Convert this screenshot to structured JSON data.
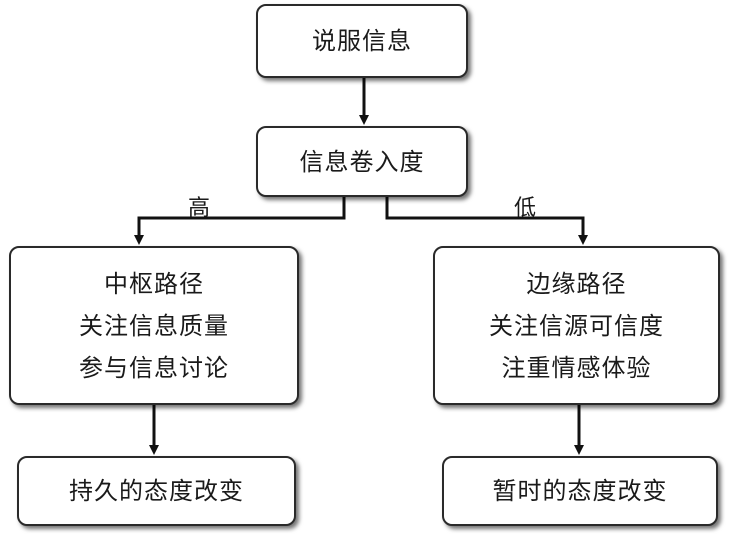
{
  "nodes": {
    "persuasion": "说服信息",
    "involvement": "信息卷入度",
    "central": [
      "中枢路径",
      "关注信息质量",
      "参与信息讨论"
    ],
    "peripheral": [
      "边缘路径",
      "关注信源可信度",
      "注重情感体验"
    ],
    "lasting": "持久的态度改变",
    "temporary": "暂时的态度改变"
  },
  "edge_labels": {
    "high": "高",
    "low": "低"
  }
}
